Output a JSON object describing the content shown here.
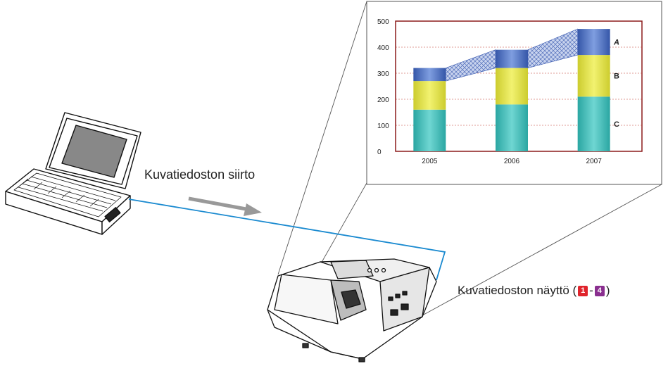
{
  "labels": {
    "transfer": "Kuvatiedoston siirto",
    "display_prefix": "Kuvatiedoston näyttö (",
    "display_sep": " - ",
    "display_suffix": ")",
    "badge_start": "1",
    "badge_end": "4"
  },
  "colors": {
    "badge_start": "#e0242c",
    "badge_end": "#8a2f8f",
    "cable": "#1a8ad0",
    "arrow": "#999999",
    "chart_frame": "#8b1a1a"
  },
  "chart_data": {
    "type": "bar",
    "stacked": true,
    "categories": [
      "2005",
      "2006",
      "2007"
    ],
    "series": [
      {
        "name": "C",
        "values": [
          160,
          180,
          210
        ],
        "color": "#3fb8b4"
      },
      {
        "name": "B",
        "values": [
          110,
          140,
          160
        ],
        "color": "#dede45"
      },
      {
        "name": "A",
        "values": [
          50,
          70,
          100
        ],
        "color": "#4a6fbf"
      }
    ],
    "yticks": [
      "0",
      "100",
      "200",
      "300",
      "400",
      "500"
    ],
    "ylim": [
      0,
      500
    ],
    "grid": true,
    "legend": "right (inline labels)"
  }
}
